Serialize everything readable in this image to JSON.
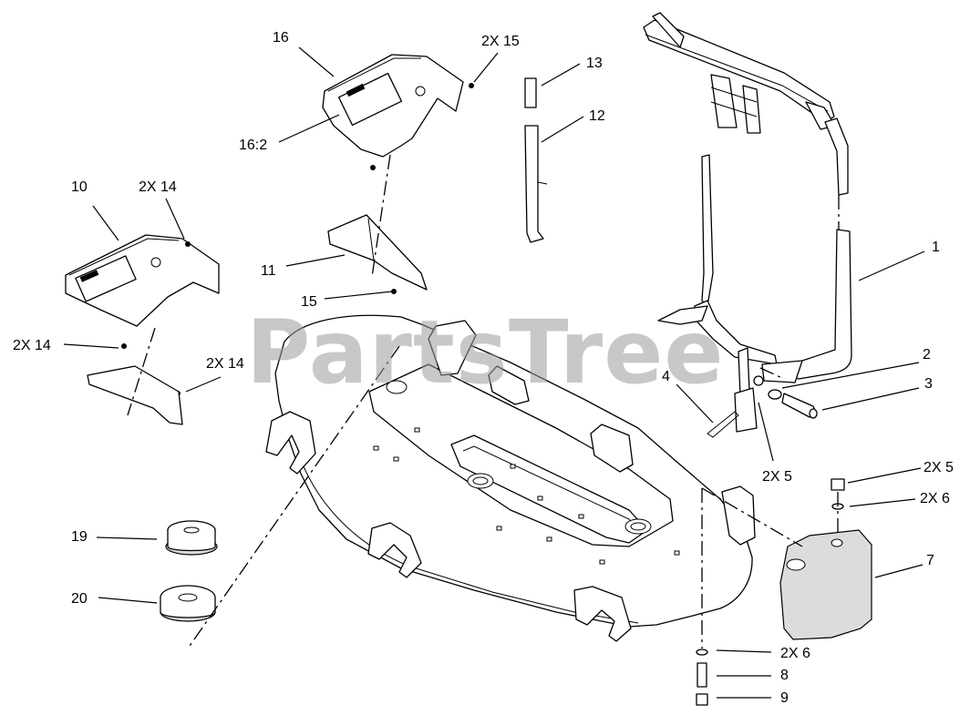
{
  "watermark": "PartsTree",
  "callouts": {
    "c1": "1",
    "c2": "2",
    "c3": "3",
    "c4": "4",
    "c2x5a": "2X 5",
    "c2x5b": "2X 5",
    "c2x6a": "2X 6",
    "c2x6b": "2X 6",
    "c7": "7",
    "c8": "8",
    "c9": "9",
    "c10": "10",
    "c11": "11",
    "c12": "12",
    "c13": "13",
    "c2x14a": "2X 14",
    "c2x14b": "2X 14",
    "c2x14c": "2X 14",
    "c15": "15",
    "c2x15": "2X 15",
    "c16": "16",
    "c16_2": "16:2",
    "c19": "19",
    "c20": "20"
  }
}
